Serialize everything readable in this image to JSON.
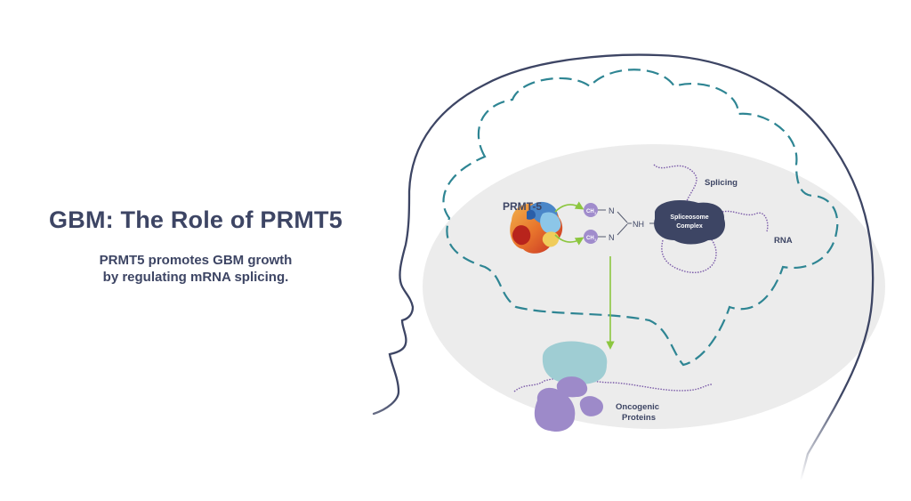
{
  "title": "GBM: The Role of PRMT5",
  "subtitle": {
    "line1": "PRMT5 promotes GBM growth",
    "line2": "by regulating mRNA splicing."
  },
  "diagram": {
    "prmt5_label": "PRMT-5",
    "methyl_label": "CH",
    "methyl_subscript": "3",
    "nitrogen_label": "N",
    "nh_label": "NH",
    "splicing_label": "Splicing",
    "spliceosome_line1": "Spliceosome",
    "spliceosome_line2": "Complex",
    "rna_label": "RNA",
    "oncogenic_line1": "Oncogenic",
    "oncogenic_line2": "Proteins"
  },
  "colors": {
    "head_outline": "#3d4564",
    "dashed_outline": "#2e8593",
    "ellipse_fill": "#ececec",
    "arrow_green": "#8cc63f",
    "methyl_purple": "#a08ccc",
    "spliceosome": "#3d4564",
    "ribosome_teal": "#9fcdd3",
    "protein_purple": "#9d8ac9",
    "rna_strand": "#7a5aa8"
  }
}
